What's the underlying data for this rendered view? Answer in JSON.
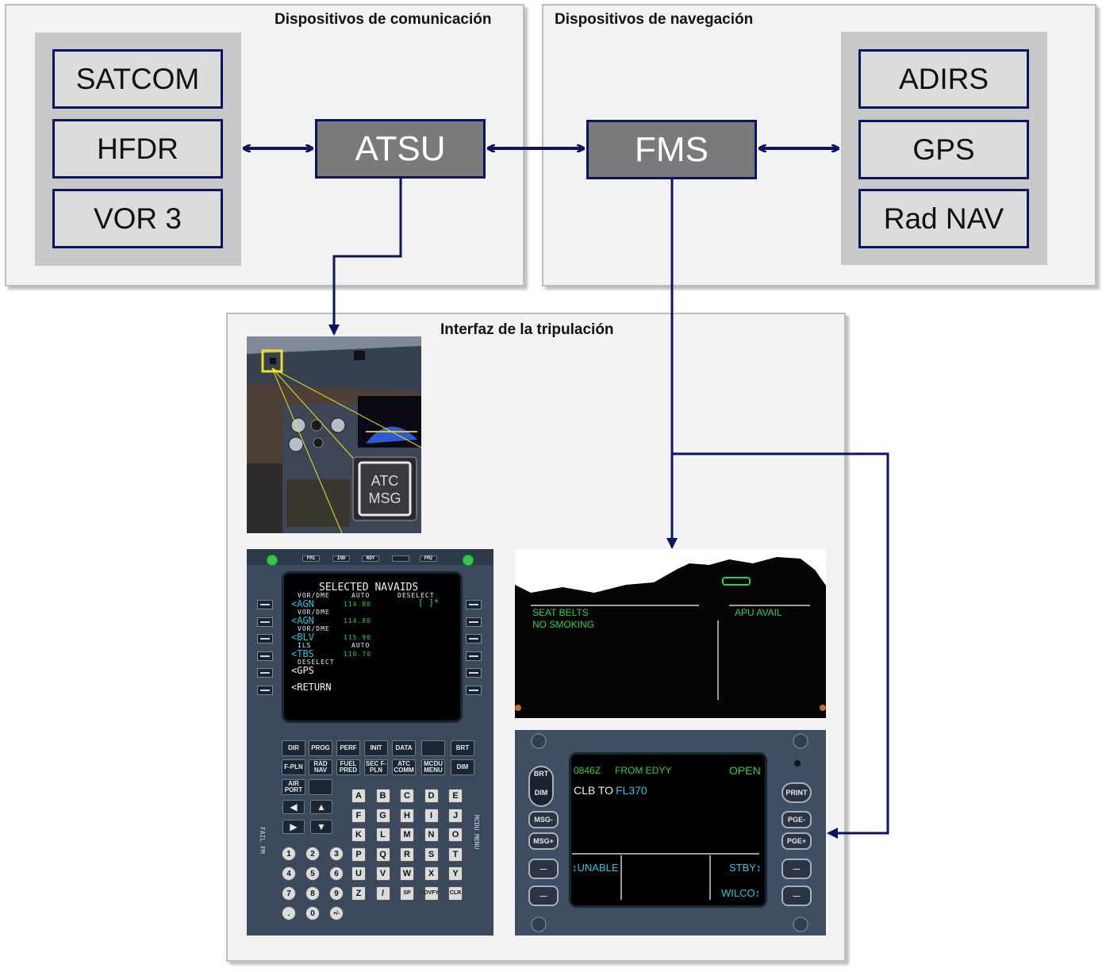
{
  "groups": {
    "comm_title": "Dispositivos de comunicación",
    "nav_title": "Dispositivos de navegación",
    "crew_title": "Interfaz de la tripulación"
  },
  "comm_devices": [
    "SATCOM",
    "HFDR",
    "VOR 3"
  ],
  "nav_devices": [
    "ADIRS",
    "GPS",
    "Rad NAV"
  ],
  "units": {
    "atsu": "ATSU",
    "fms": "FMS"
  },
  "atc_msg": {
    "line1": "ATC",
    "line2": "MSG"
  },
  "mcdu": {
    "annunciators": [
      "FM1",
      "IND",
      "RDY",
      "",
      "FM2"
    ],
    "screen": {
      "title": "SELECTED NAVAIDS",
      "rows": [
        {
          "label": "VOR/DME",
          "label2": "AUTO",
          "right_label": "DESELECT",
          "left": "<AGN",
          "freq": "114.80",
          "right": "[  ]*"
        },
        {
          "label": "VOR/DME",
          "label2": "",
          "right_label": "",
          "left": "<AGN",
          "freq": "114.80",
          "right": ""
        },
        {
          "label": "VOR/DME",
          "label2": "",
          "right_label": "",
          "left": "<BLV",
          "freq": "115.90",
          "right": ""
        },
        {
          "label": "ILS",
          "label2": "AUTO",
          "right_label": "",
          "left": "<TBS",
          "freq": "110.70",
          "right": ""
        },
        {
          "label": "DESELECT",
          "label2": "",
          "right_label": "",
          "left": "<GPS",
          "freq": "",
          "right": ""
        },
        {
          "label": "",
          "label2": "",
          "right_label": "",
          "left": "<RETURN",
          "freq": "",
          "right": ""
        }
      ]
    },
    "function_keys_row1": [
      "DIR",
      "PROG",
      "PERF",
      "INIT",
      "DATA",
      "",
      "BRT"
    ],
    "function_keys_row2": [
      "F-PLN",
      "RAD NAV",
      "FUEL PRED",
      "SEC F-PLN",
      "ATC COMM",
      "MCDU MENU",
      "DIM"
    ],
    "airport_key": "AIR PORT",
    "letters": [
      "A",
      "B",
      "C",
      "D",
      "E",
      "F",
      "G",
      "H",
      "I",
      "J",
      "K",
      "L",
      "M",
      "N",
      "O",
      "P",
      "Q",
      "R",
      "S",
      "T",
      "U",
      "V",
      "W",
      "X",
      "Y",
      "Z",
      "/",
      "SP",
      "OVFY",
      "CLR"
    ],
    "digits": [
      "1",
      "2",
      "3",
      "4",
      "5",
      "6",
      "7",
      "8",
      "9",
      ".",
      "0",
      "+/-"
    ],
    "left_side_text": "FAIL FM",
    "right_side_text": "MCDU MENU"
  },
  "ecam": {
    "left_memo": [
      "SEAT BELTS",
      "NO SMOKING"
    ],
    "right_memo": "APU AVAIL"
  },
  "dcdu": {
    "time": "0846Z",
    "from": "FROM EDYY",
    "status": "OPEN",
    "message_prefix": "CLB TO",
    "message_value": "FL370",
    "left_buttons": [
      "BRT",
      "DIM",
      "MSG-",
      "MSG+"
    ],
    "right_buttons": [
      "PRINT",
      "PGE-",
      "PGE+"
    ],
    "options": {
      "unable": "UNABLE",
      "standby": "STBY",
      "wilco": "WILCO"
    }
  },
  "colors": {
    "arrow": "#0a1464",
    "unit_fill": "#7a7a7a",
    "device_fill": "#dcdcdc",
    "screen_green": "#2fd14a",
    "screen_cyan": "#29c6e0",
    "screen_white": "#f0f0f0"
  }
}
